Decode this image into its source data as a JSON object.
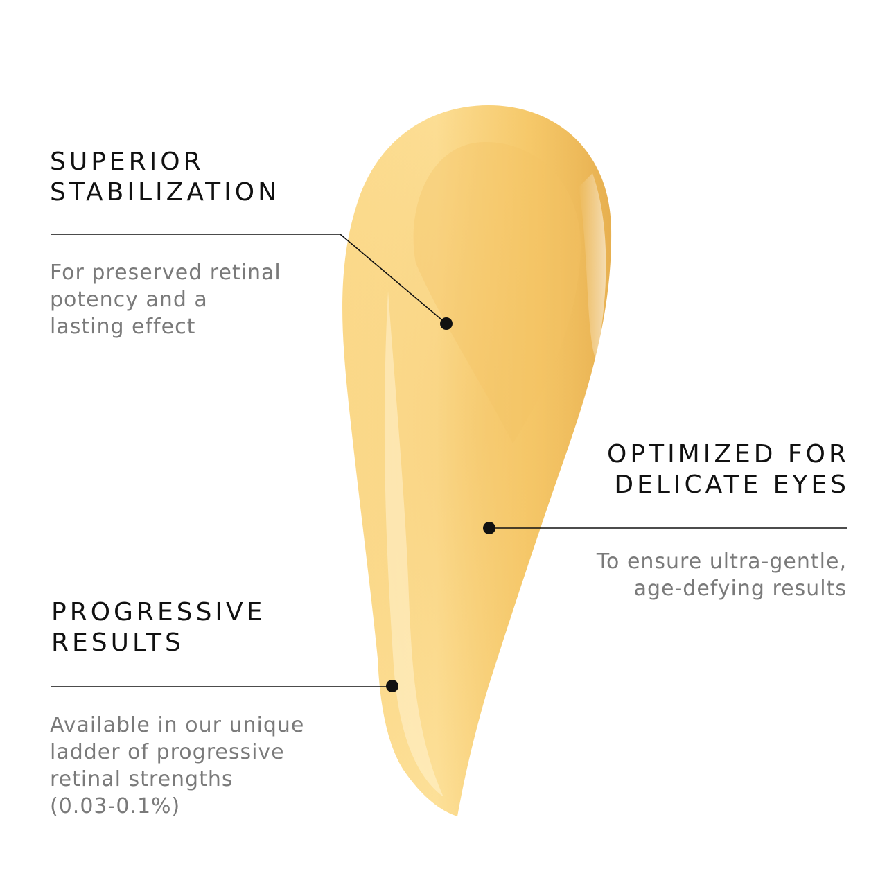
{
  "features": [
    {
      "id": "stabilization",
      "heading": [
        "SUPERIOR",
        "STABILIZATION"
      ],
      "description": [
        "For preserved retinal",
        "potency and a",
        "lasting effect"
      ]
    },
    {
      "id": "eyes",
      "heading": [
        "OPTIMIZED FOR",
        "DELICATE EYES"
      ],
      "description": [
        "To ensure ultra-gentle,",
        "age-defying results"
      ]
    },
    {
      "id": "progressive",
      "heading": [
        "PROGRESSIVE",
        "RESULTS"
      ],
      "description": [
        "Available in our unique",
        "ladder of progressive",
        "retinal strengths",
        "(0.03-0.1%)"
      ]
    }
  ],
  "colors": {
    "background": "#ffffff",
    "swatch": "#f8cf6e",
    "swatch_highlight": "#fde19a",
    "swatch_shade": "#e6ae4e",
    "heading_text": "#111111",
    "description_text": "#7a7a7a",
    "leader_line": "#111111"
  }
}
